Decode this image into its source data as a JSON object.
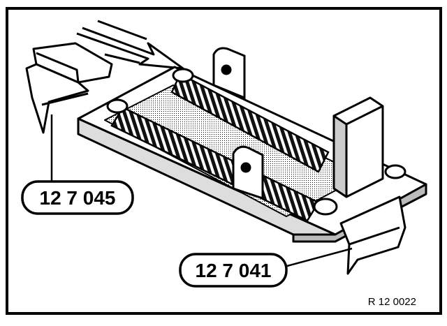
{
  "callouts": {
    "left": "12 7 045",
    "right": "12 7 041"
  },
  "reference": "R 12 0022"
}
